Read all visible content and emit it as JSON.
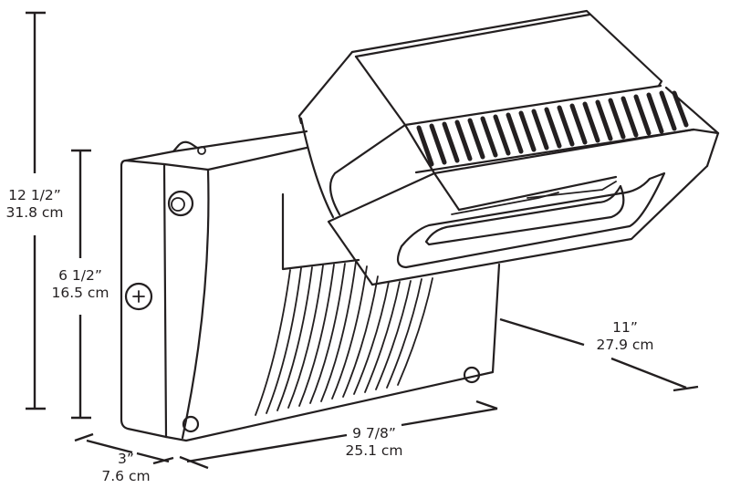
{
  "figure": {
    "subject": "wall-mounted flood light fixture dimension drawing",
    "dimensions": {
      "overall_height": {
        "imperial": "12 1/2”",
        "metric": "31.8 cm"
      },
      "body_height": {
        "imperial": "6 1/2”",
        "metric": "16.5 cm"
      },
      "projection": {
        "imperial": "11”",
        "metric": "27.9 cm"
      },
      "width": {
        "imperial": "9 7/8”",
        "metric": "25.1 cm"
      },
      "depth": {
        "imperial": "3”",
        "metric": "7.6 cm"
      }
    }
  },
  "colors": {
    "line": "#231f20",
    "background": "#ffffff"
  }
}
